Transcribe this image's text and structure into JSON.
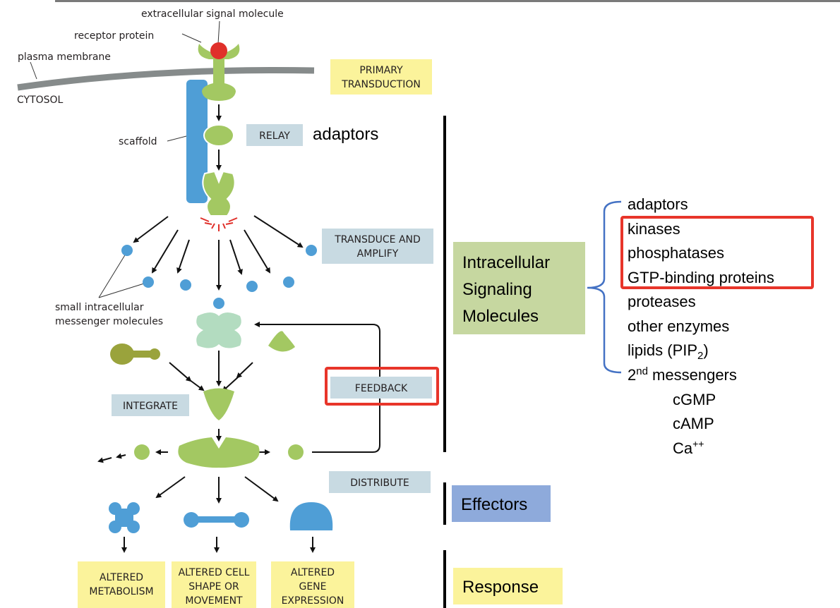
{
  "labels": {
    "extracellular_signal": "extracellular signal molecule",
    "receptor_protein": "receptor protein",
    "plasma_membrane": "plasma membrane",
    "cytosol": "CYTOSOL",
    "scaffold": "scaffold",
    "small_messengers_1": "small intracellular",
    "small_messengers_2": "messenger molecules",
    "adaptors": "adaptors"
  },
  "steps": {
    "primary_1": "PRIMARY",
    "primary_2": "TRANSDUCTION",
    "relay": "RELAY",
    "transduce_1": "TRANSDUCE AND",
    "transduce_2": "AMPLIFY",
    "integrate": "INTEGRATE",
    "feedback": "FEEDBACK",
    "distribute": "DISTRIBUTE"
  },
  "outcomes": [
    {
      "l1": "ALTERED",
      "l2": "METABOLISM"
    },
    {
      "l1": "ALTERED CELL",
      "l2": "SHAPE OR",
      "l3": "MOVEMENT"
    },
    {
      "l1": "ALTERED",
      "l2": "GENE",
      "l3": "EXPRESSION"
    }
  ],
  "categories": {
    "intracellular_1": "Intracellular",
    "intracellular_2": "Signaling",
    "intracellular_3": "Molecules",
    "effectors": "Effectors",
    "response": "Response"
  },
  "molecule_list": {
    "items": [
      "adaptors",
      "kinases",
      "phosphatases",
      "GTP-binding proteins",
      "proteases",
      "other enzymes"
    ],
    "lipids": "lipids (PIP",
    "lipids_sub": "2",
    "lipids_end": ")",
    "second_num": "2",
    "second_sup": "nd",
    "second_rest": " messengers",
    "sub_items": [
      "cGMP",
      "cAMP"
    ],
    "calcium": "Ca",
    "calcium_sup": "++"
  },
  "colors": {
    "green": "#a3c862",
    "blue": "#4f9ed6",
    "yellow_box": "#fbf39b",
    "grey_box": "#c8dae2",
    "highlight_red": "#e8352a",
    "membrane": "#868b8b"
  }
}
